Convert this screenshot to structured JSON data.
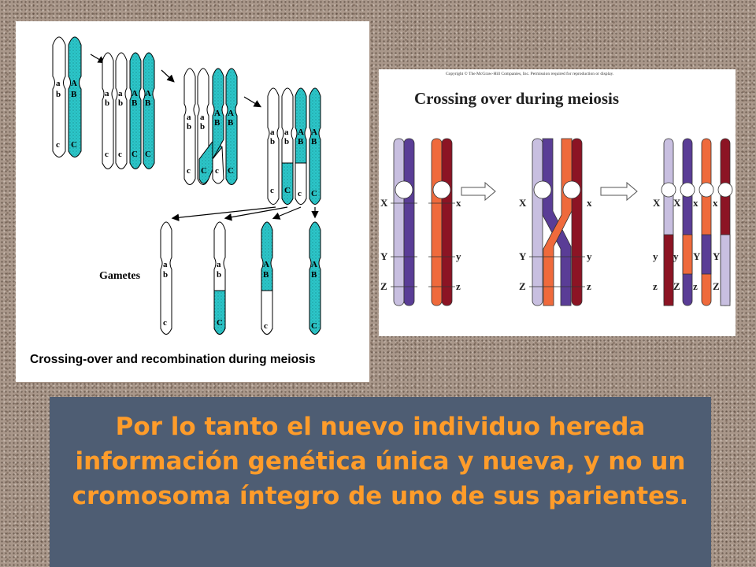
{
  "left_figure": {
    "caption": "Crossing-over and recombination  during meiosis",
    "gametes_label": "Gametes",
    "gene_labels": {
      "a": "a",
      "b": "b",
      "c": "c",
      "A": "A",
      "B": "B",
      "C": "C"
    }
  },
  "right_figure": {
    "copyright": "Copyright © The McGraw-Hill Companies, Inc. Permission required for reproduction or display.",
    "title": "Crossing over during meiosis",
    "labels_left": {
      "X": "X",
      "Y": "Y",
      "Z": "Z",
      "x": "x",
      "y": "y",
      "z": "z"
    },
    "labels_mid": {
      "X": "X",
      "Y": "Y",
      "Z": "Z",
      "x": "x",
      "y": "y",
      "z": "z"
    },
    "labels_right_top": [
      "X",
      "X",
      "x",
      "x"
    ],
    "labels_right_mid": [
      "y",
      "y",
      "Y",
      "Y"
    ],
    "labels_right_bottom": [
      "z",
      "Z",
      "z",
      "Z"
    ]
  },
  "main_text": "Por lo tanto el nuevo individuo hereda información genética única y nueva, y no un cromosoma íntegro de uno de sus parientes.",
  "colors": {
    "cyan": "#2cc6c9",
    "light_purple": "#c8bfe0",
    "dark_purple": "#5a3d96",
    "orange": "#ef6a3c",
    "dark_red": "#8c1424",
    "text_orange": "#ff9c2a",
    "text_box": "#4e5d73"
  }
}
